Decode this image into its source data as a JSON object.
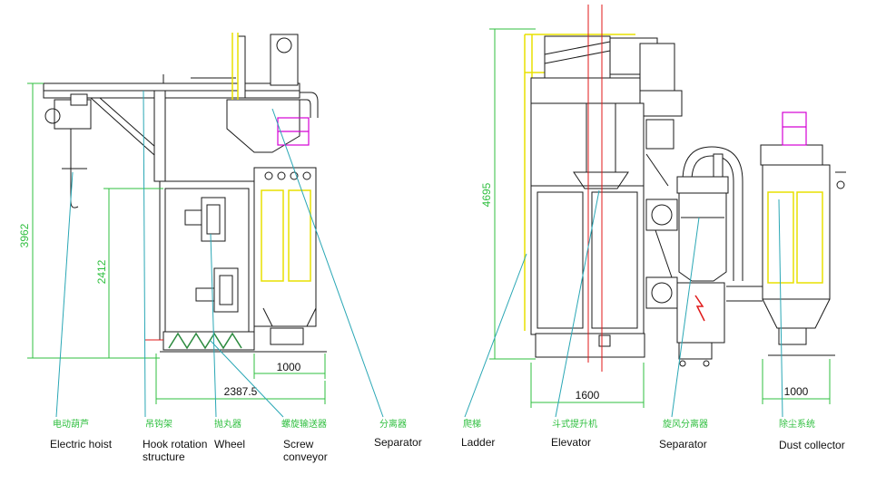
{
  "dimensions": {
    "left_height_total": "3962",
    "left_height_lower": "2412",
    "left_width_inner": "1000",
    "left_width_total": "2387.5",
    "mid_height": "4695",
    "mid_width": "1600",
    "right_width": "1000"
  },
  "labels": [
    {
      "cn": "电动葫芦",
      "en": "Electric hoist"
    },
    {
      "cn": "吊钩架",
      "en": "Hook rotation structure"
    },
    {
      "cn": "抛丸器",
      "en": "Wheel"
    },
    {
      "cn": "螺旋输送器",
      "en": "Screw conveyor"
    },
    {
      "cn": "分离器",
      "en": "Separator"
    },
    {
      "cn": "爬梯",
      "en": "Ladder"
    },
    {
      "cn": "斗式提升机",
      "en": "Elevator"
    },
    {
      "cn": "旋风分离器",
      "en": "Separator"
    },
    {
      "cn": "除尘系统",
      "en": "Dust collector"
    }
  ],
  "colors": {
    "line": "#1a1a1a",
    "dimension": "#2fbf3f",
    "leader": "#2aa7b5",
    "highlight": "#e8e000",
    "motor": "#d400d4",
    "center": "#e01a1a"
  }
}
